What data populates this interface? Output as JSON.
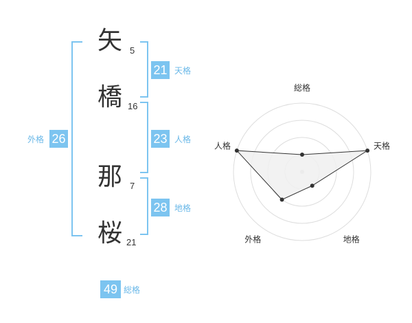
{
  "name": {
    "characters": [
      {
        "char": "矢",
        "strokes": "5"
      },
      {
        "char": "橋",
        "strokes": "16"
      },
      {
        "char": "那",
        "strokes": "7"
      },
      {
        "char": "桜",
        "strokes": "21"
      }
    ]
  },
  "fortune": {
    "tenkaku": {
      "value": "21",
      "label": "天格"
    },
    "jinkaku": {
      "value": "23",
      "label": "人格"
    },
    "chikaku": {
      "value": "28",
      "label": "地格"
    },
    "gaikaku": {
      "value": "26",
      "label": "外格"
    },
    "soukaku": {
      "value": "49",
      "label": "総格"
    }
  },
  "chart_data": {
    "type": "radar",
    "axes": [
      "総格",
      "天格",
      "地格",
      "外格",
      "人格"
    ],
    "values": [
      1,
      4,
      1,
      2,
      4
    ],
    "range": [
      0,
      4
    ],
    "colors": {
      "fill": "#f0f0f0",
      "line": "#333333",
      "grid": "#dddddd"
    }
  },
  "colors": {
    "accent": "#7cc4f0",
    "accent_label": "#6ab8e8"
  }
}
